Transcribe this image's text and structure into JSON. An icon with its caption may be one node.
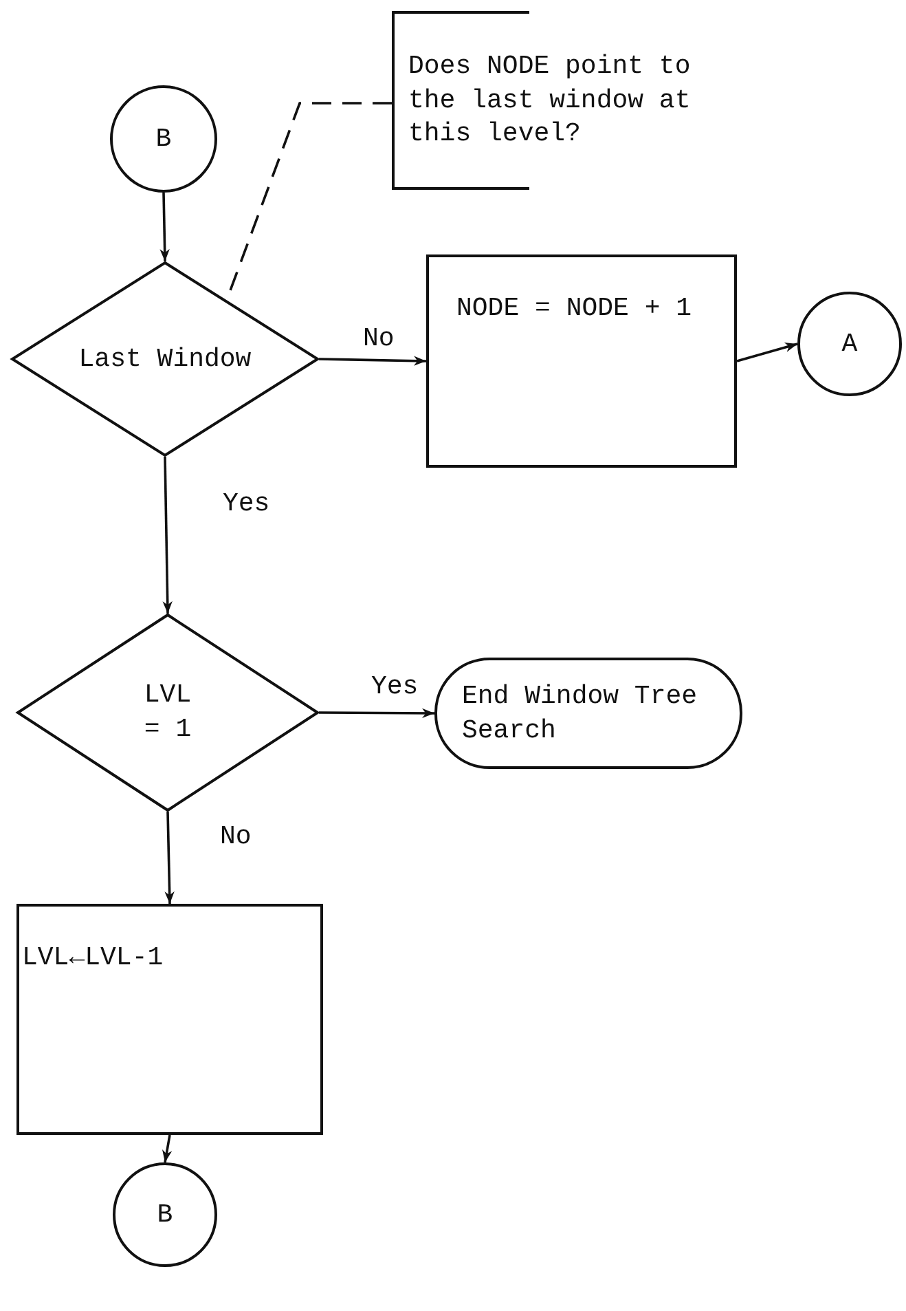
{
  "diagram": {
    "nodes": [
      {
        "text": [
          "B"
        ]
      },
      {
        "text": [
          "Does NODE point to the last window at this level?"
        ]
      },
      {
        "text": [
          "Last Window"
        ]
      },
      {
        "text": [
          "NODE = NODE + 1"
        ]
      },
      {
        "text": [
          "A"
        ]
      },
      {
        "text": [
          "LVL = 1"
        ]
      },
      {
        "text": [
          "End Window Tree Search"
        ]
      },
      {
        "text": [
          "LVL←LVL-1"
        ]
      },
      {
        "text": [
          "B"
        ]
      }
    ],
    "edges": [
      {
        "from": 0,
        "to": 2,
        "arrow": "to"
      },
      {
        "from": 1,
        "to": 2,
        "arrow": "none",
        "style": "dashed"
      },
      {
        "from": 2,
        "to": 3,
        "arrow": "to",
        "label": "No"
      },
      {
        "from": 3,
        "to": 4,
        "arrow": "to"
      },
      {
        "from": 2,
        "to": 5,
        "arrow": "to",
        "label": "Yes"
      },
      {
        "from": 5,
        "to": 6,
        "arrow": "to",
        "label": "Yes"
      },
      {
        "from": 5,
        "to": 7,
        "arrow": "to",
        "label": "No"
      },
      {
        "from": 7,
        "to": 8,
        "arrow": "to"
      }
    ]
  }
}
